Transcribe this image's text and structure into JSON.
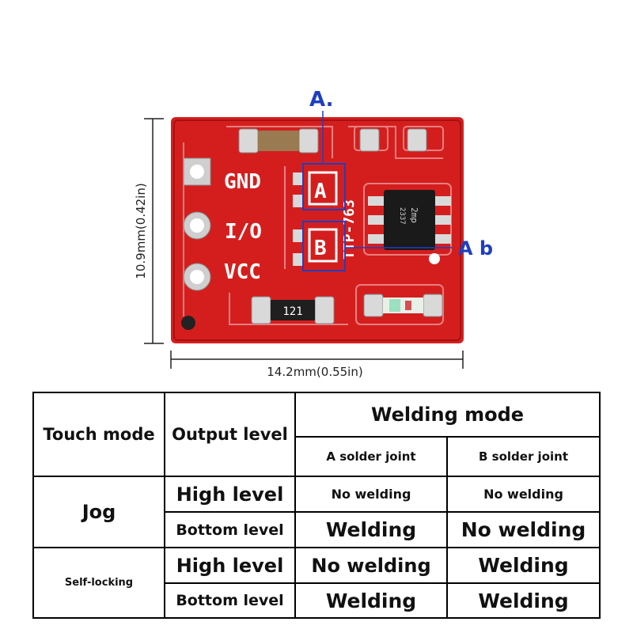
{
  "module_labels": {
    "point_a": "A.",
    "point_b": "A b",
    "silkscreen_a": "A",
    "silkscreen_b": "B",
    "pin_gnd": "GND",
    "pin_io": "I/O",
    "pin_vcc": "VCC",
    "resistor_code": "121",
    "board_vertical_text": "TTP-763",
    "chip_code": "2mp",
    "chip_code_2": "2337"
  },
  "dimensions": {
    "height_label": "10.9mm(0.42in)",
    "width_label": "14.2mm(0.55in)"
  },
  "colors": {
    "board_red": "#d41e1e",
    "callout_blue": "#1f3fbf",
    "pad_silver": "#d9d9d9"
  },
  "table": {
    "header": {
      "touch_mode": "Touch mode",
      "output_level": "Output level",
      "welding_mode": "Welding mode",
      "a_joint": "A solder joint",
      "b_joint": "B solder joint"
    },
    "rows": [
      {
        "mode": "Jog",
        "level": "High level",
        "a": "No welding",
        "b": "No welding"
      },
      {
        "level": "Bottom level",
        "a": "Welding",
        "b": "No welding"
      },
      {
        "mode": "Self-locking",
        "level": "High level",
        "a": "No welding",
        "b": "Welding"
      },
      {
        "level": "Bottom level",
        "a": "Welding",
        "b": "Welding"
      }
    ]
  }
}
